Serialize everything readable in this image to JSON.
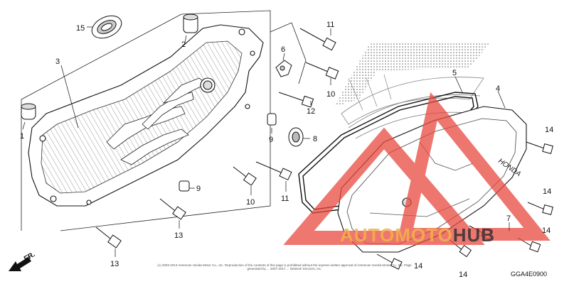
{
  "callouts": [
    {
      "id": "15",
      "text": "15"
    },
    {
      "id": "2",
      "text": "2"
    },
    {
      "id": "3",
      "text": "3"
    },
    {
      "id": "1",
      "text": "1"
    },
    {
      "id": "11a",
      "text": "11"
    },
    {
      "id": "6",
      "text": "6"
    },
    {
      "id": "10a",
      "text": "10"
    },
    {
      "id": "12",
      "text": "12"
    },
    {
      "id": "9a",
      "text": "9"
    },
    {
      "id": "8",
      "text": "8"
    },
    {
      "id": "5",
      "text": "5"
    },
    {
      "id": "4",
      "text": "4"
    },
    {
      "id": "9b",
      "text": "9"
    },
    {
      "id": "10b",
      "text": "10"
    },
    {
      "id": "11b",
      "text": "11"
    },
    {
      "id": "13a",
      "text": "13"
    },
    {
      "id": "13b",
      "text": "13"
    },
    {
      "id": "14a",
      "text": "14"
    },
    {
      "id": "14b",
      "text": "14"
    },
    {
      "id": "14c",
      "text": "14"
    },
    {
      "id": "14d",
      "text": "14"
    },
    {
      "id": "14e",
      "text": "14"
    },
    {
      "id": "7",
      "text": "7"
    }
  ],
  "direction_label": "FR.",
  "emblem_text": "HONDA",
  "copyright": "(c) 2003-2013 American Honda Motor Co., Inc. Reproduction of the contents of this page is prohibited without the express written approval of American Honda Motor Co., Inc. Page generated by ... 2007-2017 ... Network Services, Inc.",
  "diagram_code": "GGA4E0900",
  "watermark": {
    "part1": "AUTOMOTO",
    "part2": "HUB",
    "color": "#e8493f"
  },
  "colors": {
    "ink": "#111111",
    "watermark_red": "#e8493f",
    "watermark_orange": "#f2b34a"
  }
}
